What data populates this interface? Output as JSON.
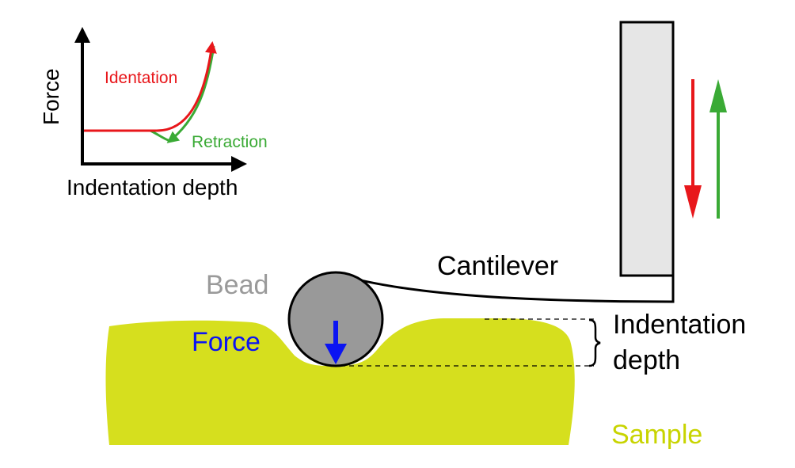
{
  "inset_chart": {
    "y_axis_label": "Force",
    "x_axis_label": "Indentation depth",
    "curves": [
      {
        "label": "Identation",
        "color": "#e8171b",
        "direction": "loading"
      },
      {
        "label": "Retraction",
        "color": "#3aaa35",
        "direction": "unloading"
      }
    ]
  },
  "labels": {
    "cantilever": "Cantilever",
    "bead": "Bead",
    "force": "Force",
    "indentation_depth_line1": "Indentation",
    "indentation_depth_line2": "depth",
    "sample": "Sample"
  },
  "colors": {
    "sample": "#d6df1e",
    "bead": "#999999",
    "holder": "#e6e6e6",
    "force_arrow": "#0b14f2",
    "approach_arrow": "#e8171b",
    "retract_arrow": "#3aaa35",
    "bead_label": "#9a9a9a",
    "sample_label": "#c8d400"
  }
}
